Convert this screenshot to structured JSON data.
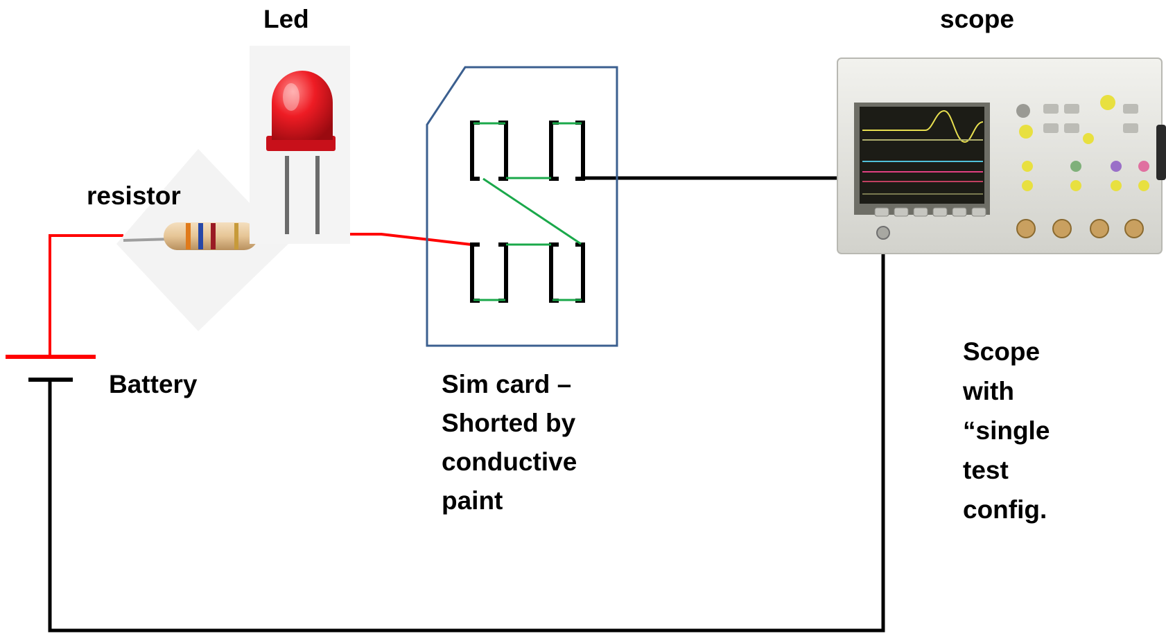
{
  "labels": {
    "led": "Led",
    "scope_top": "scope",
    "resistor": "resistor",
    "battery": "Battery",
    "sim_card": [
      "Sim card –",
      "Shorted by",
      "conductive",
      "paint"
    ],
    "scope_note": [
      "Scope",
      "with",
      "“single",
      "test",
      "config."
    ]
  },
  "colors": {
    "wire_positive": "#ff0000",
    "wire_return": "#000000",
    "conductive_paint": "#1aa84a",
    "sim_outline": "#3b5f8f",
    "led_red": "#e0141c",
    "scope_body": "#e4e4de",
    "scope_screen": "#1c1c16"
  },
  "icons": [
    "battery-symbol",
    "resistor-icon",
    "led-icon",
    "sim-card-icon",
    "oscilloscope-icon"
  ]
}
